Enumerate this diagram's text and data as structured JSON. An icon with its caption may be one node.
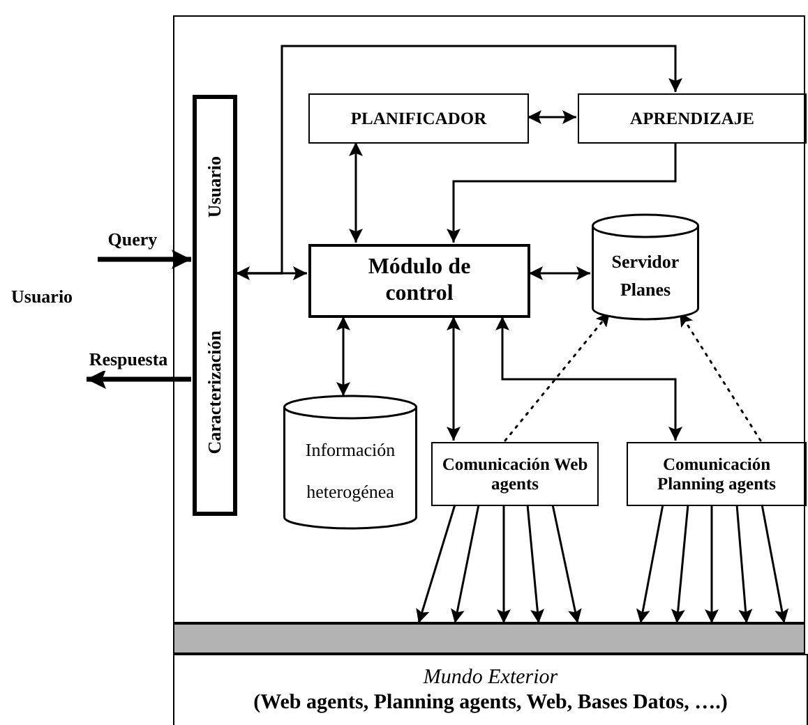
{
  "diagram": {
    "nodes": [
      {
        "text": [],
        "shape": "box"
      },
      {
        "text": [
          "Caracterización",
          "Usuario"
        ],
        "in": 0
      },
      {
        "text": [
          "PLANIFICADOR"
        ],
        "in": 0
      },
      {
        "text": [
          "APRENDIZAJE"
        ],
        "in": 0
      },
      {
        "text": [
          "Módulo de control"
        ],
        "in": 0
      },
      {
        "text": [
          "Servidor Planes"
        ],
        "in": 0
      },
      {
        "text": [
          "Información heterogénea"
        ],
        "in": 0
      },
      {
        "text": [
          "Comunicación Web agents"
        ],
        "in": 0
      },
      {
        "text": [
          "Comunicación Planning agents"
        ],
        "in": 0
      },
      {
        "text": [],
        "shape": "bar"
      },
      {
        "text": [
          "Mundo Exterior",
          "(Web agents, Planning agents, Web, Bases Datos, ….)"
        ]
      }
    ],
    "edges": [
      {
        "from": null,
        "to": 1,
        "arrow": "to",
        "label": "Query",
        "style": "thick"
      },
      {
        "from": 1,
        "to": null,
        "arrow": "to",
        "label": "Respuesta",
        "style": "thick"
      },
      {
        "from": 1,
        "to": 4,
        "arrow": "both"
      },
      {
        "from": 1,
        "to": 3,
        "arrow": "to"
      },
      {
        "from": 2,
        "to": 3,
        "arrow": "both"
      },
      {
        "from": 2,
        "to": 4,
        "arrow": "both"
      },
      {
        "from": 3,
        "to": 4,
        "arrow": "to"
      },
      {
        "from": 4,
        "to": 5,
        "arrow": "both"
      },
      {
        "from": 4,
        "to": 6,
        "arrow": "both"
      },
      {
        "from": 4,
        "to": 7,
        "arrow": "both"
      },
      {
        "from": 4,
        "to": 8,
        "arrow": "both"
      },
      {
        "from": 7,
        "to": 5,
        "arrow": "to",
        "style": "dashed"
      },
      {
        "from": 8,
        "to": 5,
        "arrow": "to",
        "style": "dashed"
      },
      {
        "from": 7,
        "to": 9,
        "arrow": "to"
      },
      {
        "from": 7,
        "to": 9,
        "arrow": "to"
      },
      {
        "from": 7,
        "to": 9,
        "arrow": "to"
      },
      {
        "from": 7,
        "to": 9,
        "arrow": "to"
      },
      {
        "from": 7,
        "to": 9,
        "arrow": "to"
      },
      {
        "from": 8,
        "to": 9,
        "arrow": "to"
      },
      {
        "from": 8,
        "to": 9,
        "arrow": "to"
      },
      {
        "from": 8,
        "to": 9,
        "arrow": "to"
      },
      {
        "from": 8,
        "to": 9,
        "arrow": "to"
      },
      {
        "from": 8,
        "to": 9,
        "arrow": "to"
      }
    ],
    "labels": [
      "Usuario"
    ]
  }
}
